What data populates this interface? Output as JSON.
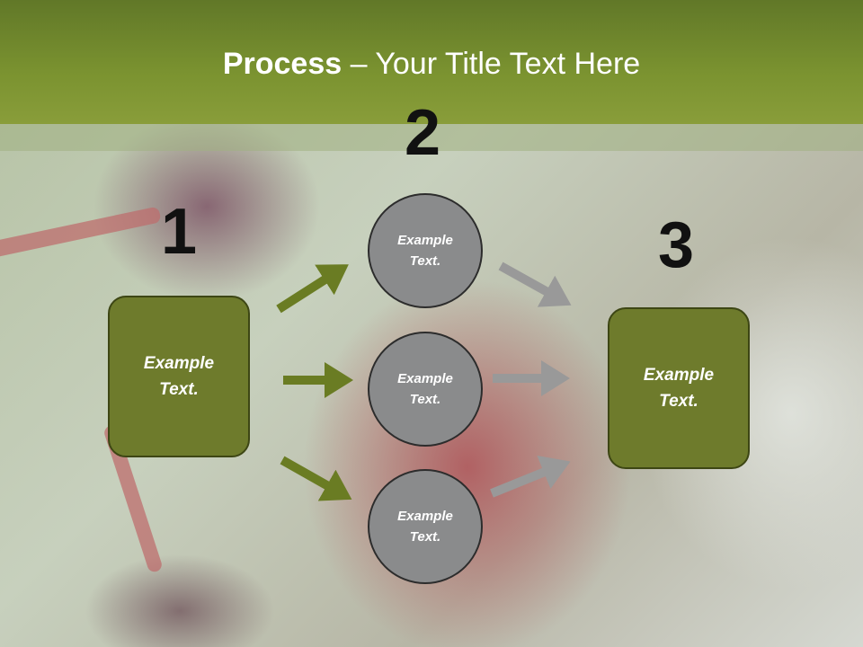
{
  "title": {
    "bold": "Process",
    "rest": " – Your Title Text Here"
  },
  "steps": {
    "one": "1",
    "two": "2",
    "three": "3"
  },
  "nodes": {
    "left": {
      "line1": "Example",
      "line2": "Text."
    },
    "circle_top": {
      "line1": "Example",
      "line2": "Text."
    },
    "circle_mid": {
      "line1": "Example",
      "line2": "Text."
    },
    "circle_bottom": {
      "line1": "Example",
      "line2": "Text."
    },
    "right": {
      "line1": "Example",
      "line2": "Text."
    }
  },
  "colors": {
    "header_green": "#7b9330",
    "box_green": "#6e7b2c",
    "arrow_green": "#6a7c23",
    "circle_gray": "#8a8b8c",
    "arrow_gray": "#999999"
  }
}
